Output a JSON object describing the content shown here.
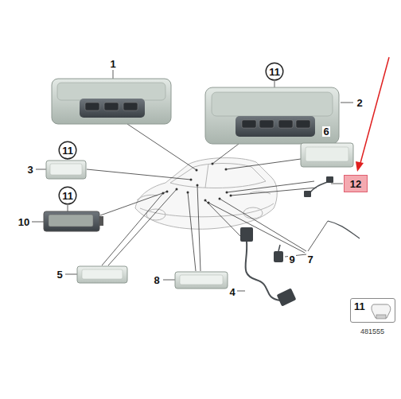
{
  "diagram": {
    "nodes": [
      {
        "text": [
          "11"
        ]
      },
      {
        "text": [
          "11"
        ]
      },
      {
        "text": [
          "12"
        ]
      },
      {
        "text": [
          "11"
        ]
      },
      {
        "text": [
          "11"
        ]
      }
    ],
    "labels": [
      "1",
      "2",
      "6",
      "3",
      "10",
      "5",
      "8",
      "9",
      "7",
      "4",
      "481555"
    ]
  }
}
